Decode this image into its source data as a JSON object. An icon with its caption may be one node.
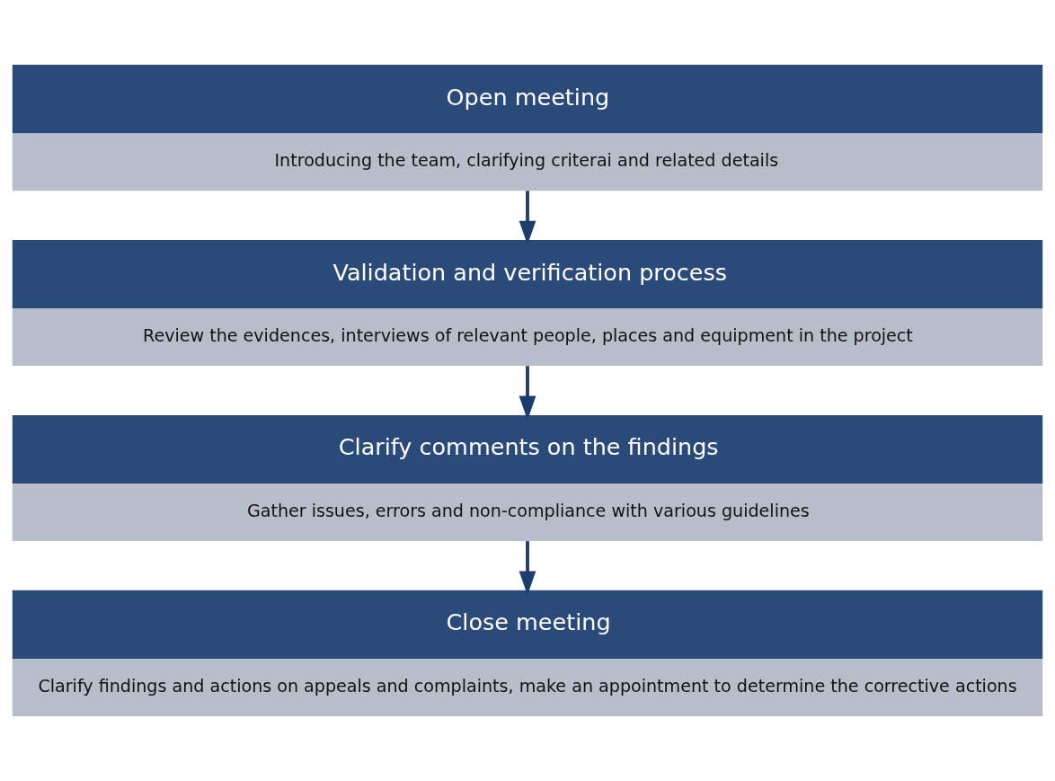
{
  "diagram": {
    "nodes": [
      {
        "text": [
          "Open meeting",
          "Introducing the team, clarifying criterai and related details"
        ]
      },
      {
        "text": [
          "Validation and verification process",
          "Review the evidences, interviews of relevant people, places and equipment in the project"
        ]
      },
      {
        "text": [
          "Clarify comments on the findings",
          "Gather issues, errors and non-compliance with various guidelines"
        ]
      },
      {
        "text": [
          "Close meeting",
          "Clarify findings and actions on appeals and complaints, make an appointment to determine the corrective actions"
        ]
      }
    ],
    "edges": [
      {
        "from": 0,
        "to": 1,
        "arrow": "to"
      },
      {
        "from": 1,
        "to": 2,
        "arrow": "to"
      },
      {
        "from": 2,
        "to": 3,
        "arrow": "to"
      }
    ]
  }
}
